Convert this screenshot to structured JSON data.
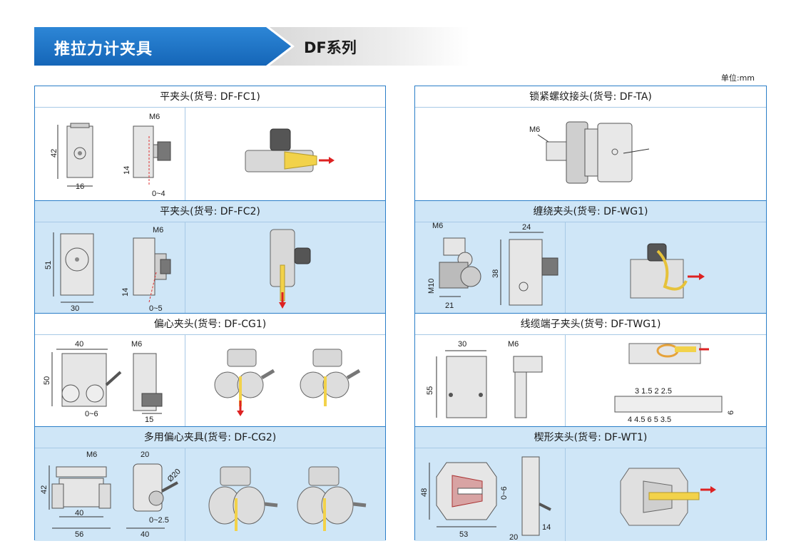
{
  "banner": {
    "title": "推拉力计夹具",
    "subtitle": "DF系列"
  },
  "unit_label": "单位:mm",
  "left_sections": [
    {
      "title": "平夹头(货号: DF-FC1)",
      "labels": {
        "h": "42",
        "w": "16",
        "m": "M6",
        "d": "14",
        "r": "0~4"
      }
    },
    {
      "title": "平夹头(货号: DF-FC2)",
      "labels": {
        "h": "51",
        "w": "30",
        "m": "M6",
        "d": "14",
        "r": "0~5"
      }
    },
    {
      "title": "偏心夹头(货号: DF-CG1)",
      "labels": {
        "h": "50",
        "w": "40",
        "m": "M6",
        "r": "0~6",
        "d": "15"
      }
    },
    {
      "title": "多用偏心夹具(货号: DF-CG2)",
      "labels": {
        "h": "42",
        "m": "M6",
        "w1": "40",
        "w2": "56",
        "t": "20",
        "dia": "Ø20",
        "r": "0~2.5",
        "w3": "40"
      }
    }
  ],
  "right_sections": [
    {
      "title": "锁紧螺纹接头(货号: DF-TA)",
      "labels": {
        "m": "M6"
      }
    },
    {
      "title": "缠绕夹头(货号: DF-WG1)",
      "labels": {
        "m": "M6",
        "h": "M10",
        "w": "21",
        "t": "24",
        "h2": "38"
      }
    },
    {
      "title": "线缆端子夹头(货号: DF-TWG1)",
      "labels": {
        "t": "30",
        "h": "55",
        "m": "M6",
        "top_nums": "3   1.5   2   2.5",
        "bot_nums": "4   4.5   6   5   3.5",
        "side": "6"
      }
    },
    {
      "title": "楔形夹头(货号: DF-WT1)",
      "labels": {
        "h": "48",
        "w": "53",
        "r": "0~6",
        "w2": "20",
        "w3": "14"
      }
    }
  ]
}
